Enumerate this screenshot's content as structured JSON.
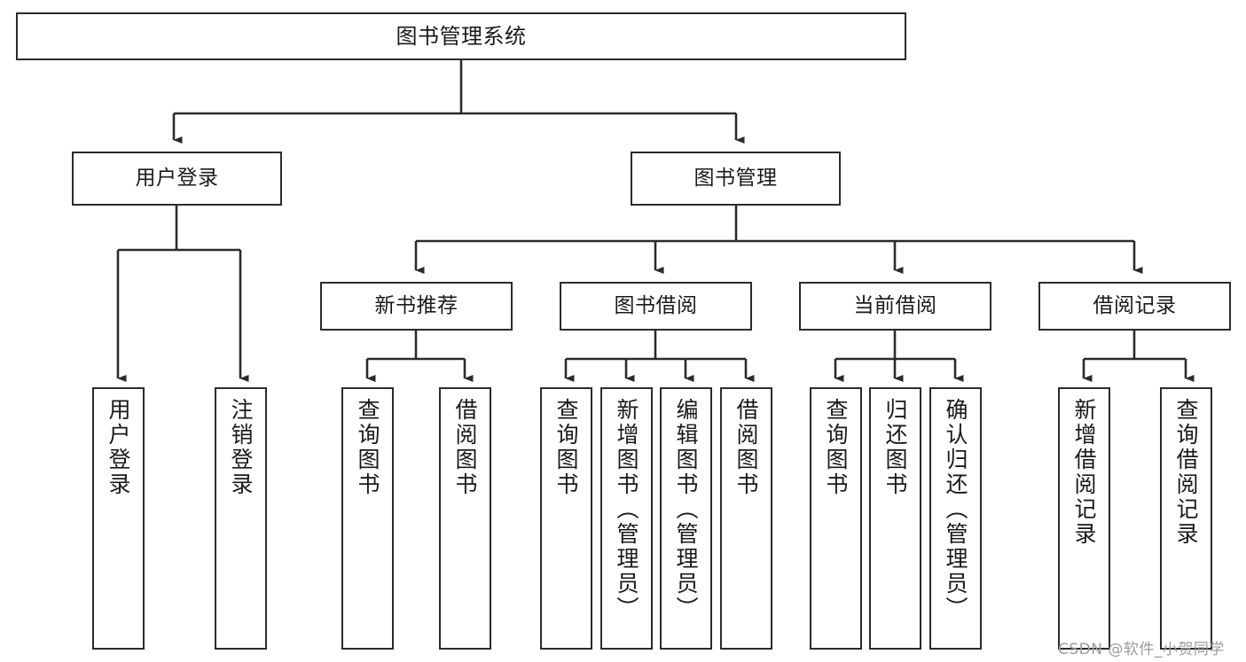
{
  "diagram": {
    "title": "图书管理系统",
    "type": "tree-hierarchy",
    "root": {
      "label": "图书管理系统"
    },
    "level1": [
      {
        "label": "用户登录"
      },
      {
        "label": "图书管理"
      }
    ],
    "level2": [
      {
        "label": "新书推荐"
      },
      {
        "label": "图书借阅"
      },
      {
        "label": "当前借阅"
      },
      {
        "label": "借阅记录"
      }
    ],
    "leaves": {
      "user_login": [
        {
          "label": "用户登录"
        },
        {
          "label": "注销登录"
        }
      ],
      "new_book_recommend": [
        {
          "label": "查询图书"
        },
        {
          "label": "借阅图书"
        }
      ],
      "book_borrow": [
        {
          "label": "查询图书"
        },
        {
          "label": "新增图书（管理员）"
        },
        {
          "label": "编辑图书（管理员）"
        },
        {
          "label": "借阅图书"
        }
      ],
      "current_borrow": [
        {
          "label": "查询图书"
        },
        {
          "label": "归还图书"
        },
        {
          "label": "确认归还（管理员）"
        }
      ],
      "borrow_record": [
        {
          "label": "新增借阅记录"
        },
        {
          "label": "查询借阅记录"
        }
      ]
    }
  },
  "watermark": {
    "text": "CSDN @软件_小贺同学"
  },
  "colors": {
    "stroke": "#2b2b2b",
    "fill": "#ffffff",
    "text": "#1a1a1a",
    "watermark": "#9b9b9b"
  }
}
